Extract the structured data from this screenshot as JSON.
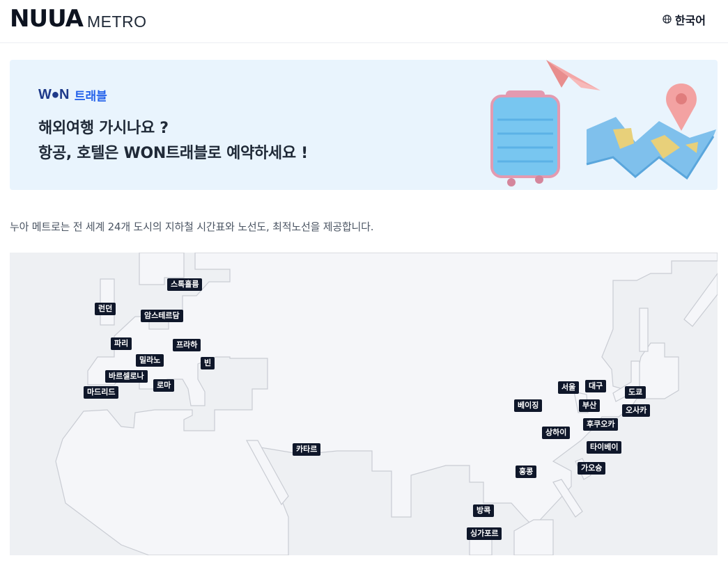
{
  "header": {
    "logo_mark": "NUUA",
    "logo_text": "METRO",
    "language_label": "한국어"
  },
  "banner": {
    "brand": "W●N",
    "brand_sub": "트래블",
    "line1": "해외여행 가시나요 ?",
    "line2": "항공, 호텔은 WON트래블로 예약하세요 !",
    "bg_color": "#e9f4fd"
  },
  "description": "누아 메트로는 전 세계 24개 도시의 지하철 시간표와 노선도, 최적노선을 제공합니다.",
  "map": {
    "cities": [
      {
        "id": "stockholm",
        "label": "스톡홀름"
      },
      {
        "id": "london",
        "label": "런던"
      },
      {
        "id": "amsterdam",
        "label": "암스테르담"
      },
      {
        "id": "paris",
        "label": "파리"
      },
      {
        "id": "prague",
        "label": "프라하"
      },
      {
        "id": "milan",
        "label": "밀라노"
      },
      {
        "id": "vienna",
        "label": "빈"
      },
      {
        "id": "barcelona",
        "label": "바르셀로나"
      },
      {
        "id": "rome",
        "label": "로마"
      },
      {
        "id": "madrid",
        "label": "마드리드"
      },
      {
        "id": "doha",
        "label": "카타르"
      },
      {
        "id": "seoul",
        "label": "서울"
      },
      {
        "id": "daegu",
        "label": "대구"
      },
      {
        "id": "tokyo",
        "label": "도쿄"
      },
      {
        "id": "beijing",
        "label": "베이징"
      },
      {
        "id": "busan",
        "label": "부산"
      },
      {
        "id": "osaka",
        "label": "오사카"
      },
      {
        "id": "fukuoka",
        "label": "후쿠오카"
      },
      {
        "id": "shanghai",
        "label": "상하이"
      },
      {
        "id": "taipei",
        "label": "타이베이"
      },
      {
        "id": "kaohsiung",
        "label": "가오슝"
      },
      {
        "id": "hongkong",
        "label": "홍콩"
      },
      {
        "id": "bangkok",
        "label": "방콕"
      },
      {
        "id": "singapore",
        "label": "싱가포르"
      }
    ],
    "land_color": "#f5f6f9",
    "border_color": "#c9ccd3",
    "label_color": "#0f172a"
  }
}
